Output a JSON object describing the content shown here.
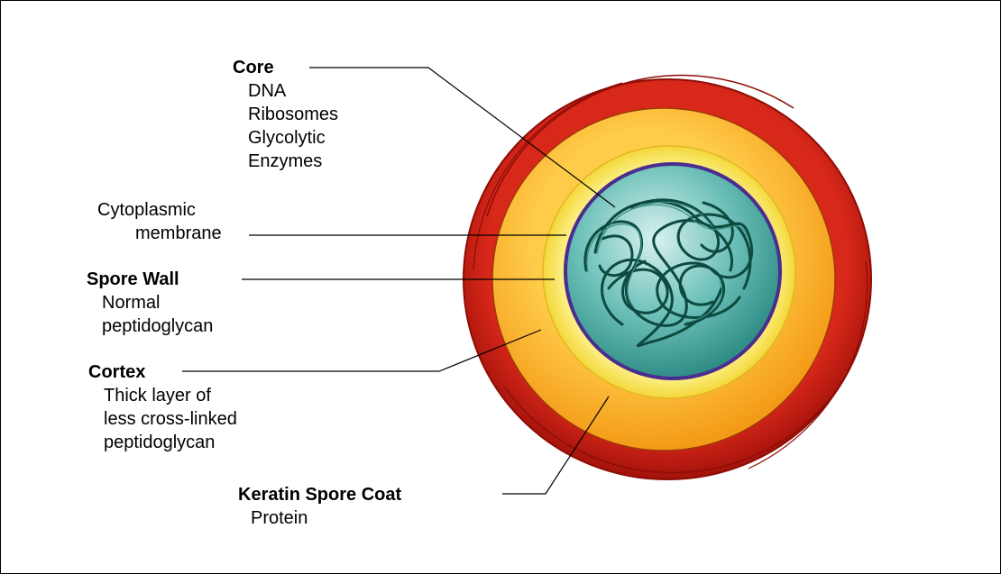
{
  "colors": {
    "coat": "#c51a10",
    "coat_dark": "#8c0d06",
    "cortex": "#f6a21c",
    "cortex_light": "#ffcc4a",
    "spore_wall": "#fff07a",
    "membrane": "#4b2d8f",
    "core": "#58b5ae",
    "dna": "#0d4a40"
  },
  "labels": {
    "core": {
      "title": "Core",
      "lines": [
        "DNA",
        "Ribosomes",
        "Glycolytic",
        "Enzymes"
      ]
    },
    "membrane": {
      "lines": [
        "Cytoplasmic",
        "membrane"
      ]
    },
    "spore_wall": {
      "title": "Spore Wall",
      "lines": [
        "Normal",
        "peptidoglycan"
      ]
    },
    "cortex": {
      "title": "Cortex",
      "lines": [
        "Thick layer of",
        "less cross-linked",
        "peptidoglycan"
      ]
    },
    "coat": {
      "title": "Keratin Spore Coat",
      "lines": [
        "Protein"
      ]
    }
  }
}
